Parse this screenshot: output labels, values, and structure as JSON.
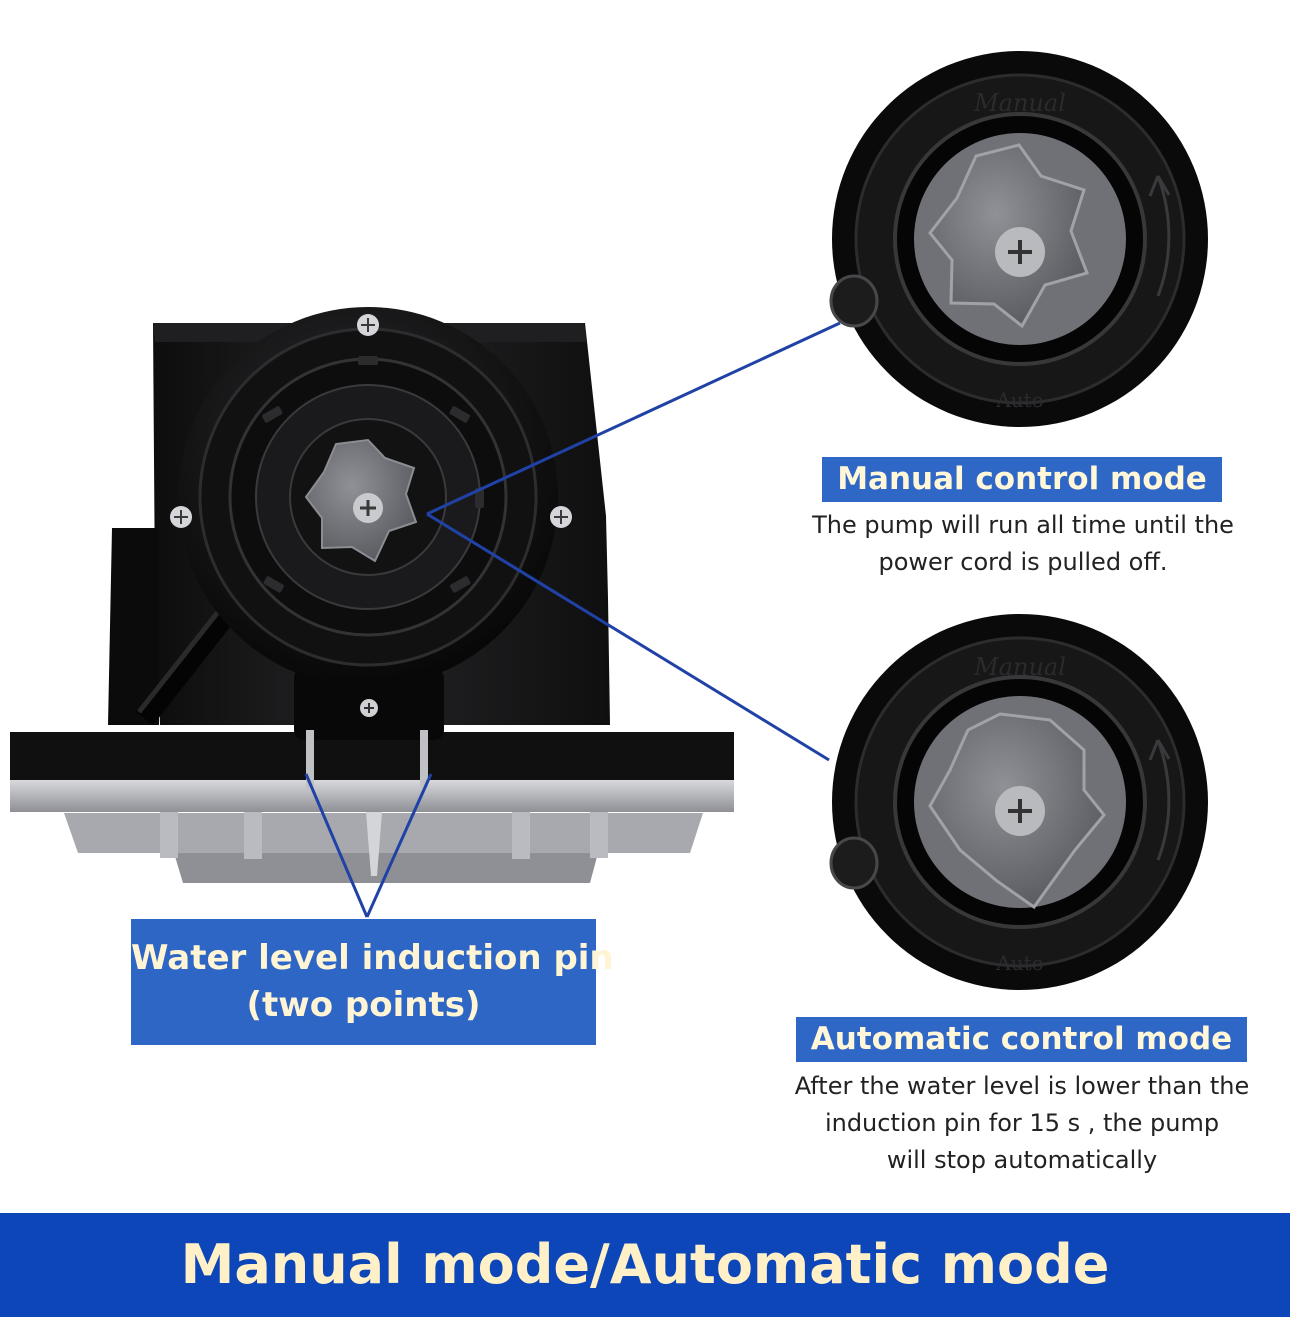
{
  "manual_callout": {
    "title": "Manual control mode",
    "description_line_1": "The pump will run all time until the",
    "description_line_2": "power cord is pulled off."
  },
  "automatic_callout": {
    "title": "Automatic control mode",
    "description_line_1": "After the water level is lower than the",
    "description_line_2": "induction pin for 15 s , the pump",
    "description_line_3": "will stop automatically"
  },
  "pin_callout": {
    "line_1": "Water level induction pin",
    "line_2": "(two points)"
  },
  "knob_labels": {
    "manual": "Manual",
    "auto": "Auto"
  },
  "banner": {
    "text": "Manual mode/Automatic mode"
  },
  "colors": {
    "banner_blue": "#0c46b8",
    "callout_blue": "#2f67c7",
    "highlight_text": "#fff7d8",
    "pump_black": "#171717",
    "knob_gray": "#6e7076"
  }
}
